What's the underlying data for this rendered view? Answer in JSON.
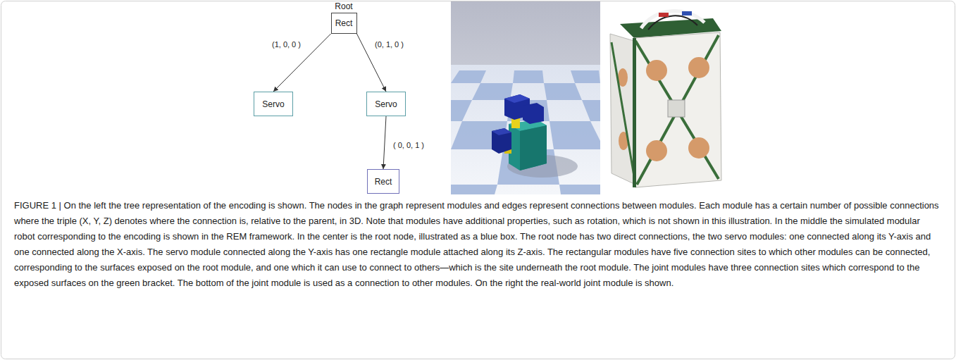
{
  "diagram": {
    "caption": "FIGURE 1 | On the left the tree representation of the encoding is shown. The nodes in the graph represent modules and edges represent connections between modules. Each module has a certain number of possible connections where the triple (X, Y, Z) denotes where the connection is, relative to the parent, in 3D. Note that modules have additional properties, such as rotation, which is not shown in this illustration. In the middle the simulated modular robot corresponding to the encoding is shown in the REM framework. In the center is the root node, illustrated as a blue box. The root node has two direct connections, the two servo modules: one connected along its Y-axis and one connected along the X-axis. The servo module connected along the Y-axis has one rectangle module attached along its Z-axis. The rectangular modules have five connection sites to which other modules can be connected, corresponding to the surfaces exposed on the root module, and one which it can use to connect to others—which is the site underneath the root module. The joint modules have three connection sites which correspond to the exposed surfaces on the green bracket. The bottom of the joint module is used as a connection to other modules. On the right the real-world joint module is shown.",
    "nodes": [
      {
        "text": [
          "Root",
          "Rect"
        ]
      },
      {
        "text": [
          "Servo"
        ]
      },
      {
        "text": [
          "Servo"
        ]
      },
      {
        "text": [
          "Rect"
        ]
      }
    ],
    "edges": [
      {
        "from": 0,
        "to": 1,
        "label": "(1, 0, 0 )",
        "arrow": "to"
      },
      {
        "from": 0,
        "to": 2,
        "label": "(0, 1, 0 )",
        "arrow": "to"
      },
      {
        "from": 2,
        "to": 3,
        "label": "( 0, 0, 1 )",
        "arrow": "to"
      }
    ]
  }
}
